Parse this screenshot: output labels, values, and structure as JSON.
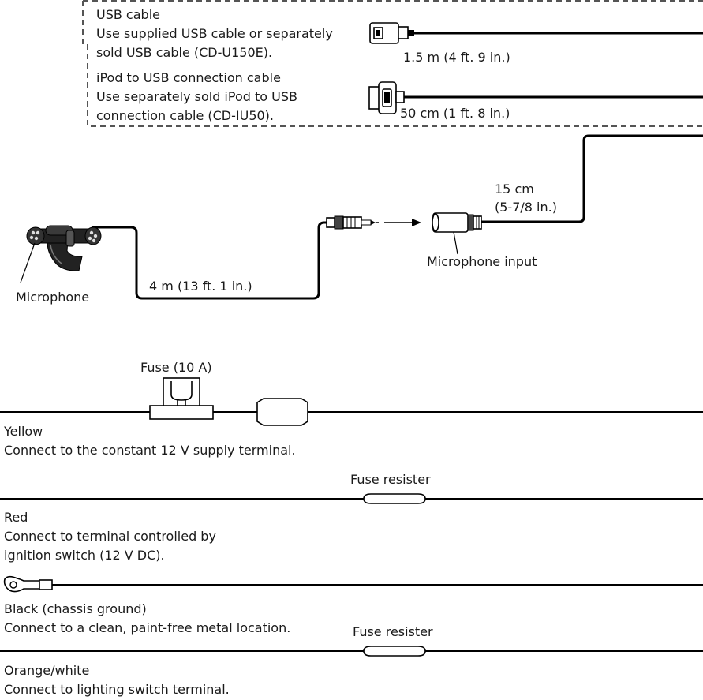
{
  "usb_section": {
    "usb_cable": {
      "title": "USB cable",
      "line1": "Use supplied USB cable or separately",
      "line2": "sold USB cable (CD-U150E).",
      "length": "1.5 m (4 ft. 9 in.)"
    },
    "ipod_cable": {
      "title": "iPod to USB connection cable",
      "line1": "Use separately sold iPod to USB",
      "line2": "connection cable (CD-IU50).",
      "length": "50 cm (1 ft. 8 in.)"
    }
  },
  "microphone_section": {
    "input_length_line1": "15 cm",
    "input_length_line2": "(5-7/8 in.)",
    "input_label": "Microphone input",
    "mic_label": "Microphone",
    "mic_cable_length": "4 m (13 ft. 1 in.)"
  },
  "wires": {
    "yellow": {
      "fuse_label": "Fuse (10 A)",
      "color_name": "Yellow",
      "description": "Connect to the constant 12 V supply terminal."
    },
    "red": {
      "fuse_label": "Fuse resister",
      "color_name": "Red",
      "description_line1": "Connect to terminal controlled by",
      "description_line2": "ignition switch (12 V DC)."
    },
    "black": {
      "color_name": "Black (chassis ground)",
      "description": "Connect to a clean, paint-free metal location."
    },
    "orange_white": {
      "fuse_label": "Fuse resister",
      "color_name": "Orange/white",
      "description": "Connect to lighting switch terminal."
    }
  }
}
